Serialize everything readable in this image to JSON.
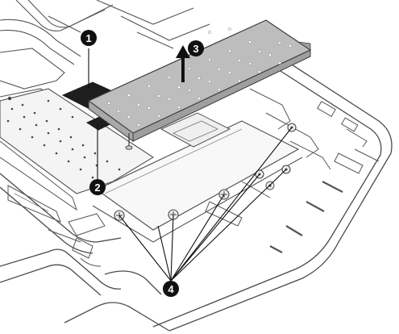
{
  "diagram": {
    "callouts": [
      {
        "id": "1",
        "label": "1"
      },
      {
        "id": "2",
        "label": "2"
      },
      {
        "id": "3",
        "label": "3"
      },
      {
        "id": "4",
        "label": "4"
      }
    ],
    "colors": {
      "line": "#3a3a3a",
      "shield_fill": "#b9b9b9",
      "tape_fill": "#1e1e1e",
      "callout_fill": "#111111",
      "callout_text": "#ffffff",
      "background": "#ffffff"
    }
  }
}
